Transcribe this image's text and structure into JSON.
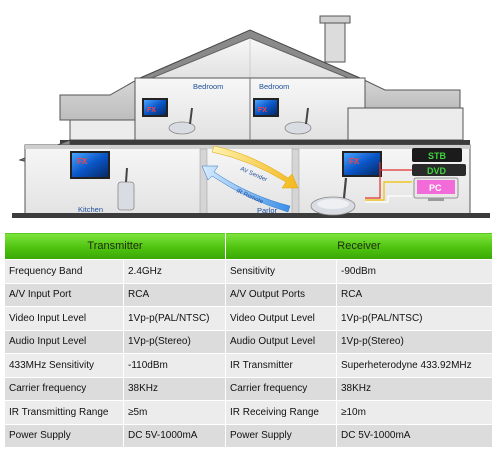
{
  "rooms": {
    "bedroom_left": "Bedroom",
    "bedroom_right": "Bedroom",
    "kitchen": "Kitchen",
    "parlor": "Parlor"
  },
  "signals": {
    "av_sender": "AV Sender",
    "ir_remote": "IR Remote"
  },
  "devices": {
    "stb": "STB",
    "dvd": "DVD",
    "pc": "PC"
  },
  "colors": {
    "header_green": "#4fc20f",
    "room_label_blue": "#1f4e9c",
    "device_green": "#2eb82e"
  },
  "table": {
    "headers": [
      "Transmitter",
      "Receiver"
    ],
    "rows": [
      [
        "Frequency Band",
        "2.4GHz",
        "Sensitivity",
        "-90dBm"
      ],
      [
        "A/V Input Port",
        "RCA",
        "A/V Output Ports",
        "RCA"
      ],
      [
        "Video Input Level",
        "1Vp-p(PAL/NTSC)",
        "Video Output Level",
        "1Vp-p(PAL/NTSC)"
      ],
      [
        "Audio Input Level",
        "1Vp-p(Stereo)",
        "Audio Output Level",
        "1Vp-p(Stereo)"
      ],
      [
        "433MHz Sensitivity",
        "-110dBm",
        "IR Transmitter",
        "Superheterodyne 433.92MHz"
      ],
      [
        "Carrier frequency",
        "38KHz",
        "Carrier frequency",
        "38KHz"
      ],
      [
        "IR Transmitting Range",
        "≥5m",
        "IR Receiving Range",
        "≥10m"
      ],
      [
        "Power Supply",
        "DC 5V-1000mA",
        "Power Supply",
        "DC 5V-1000mA"
      ]
    ]
  }
}
